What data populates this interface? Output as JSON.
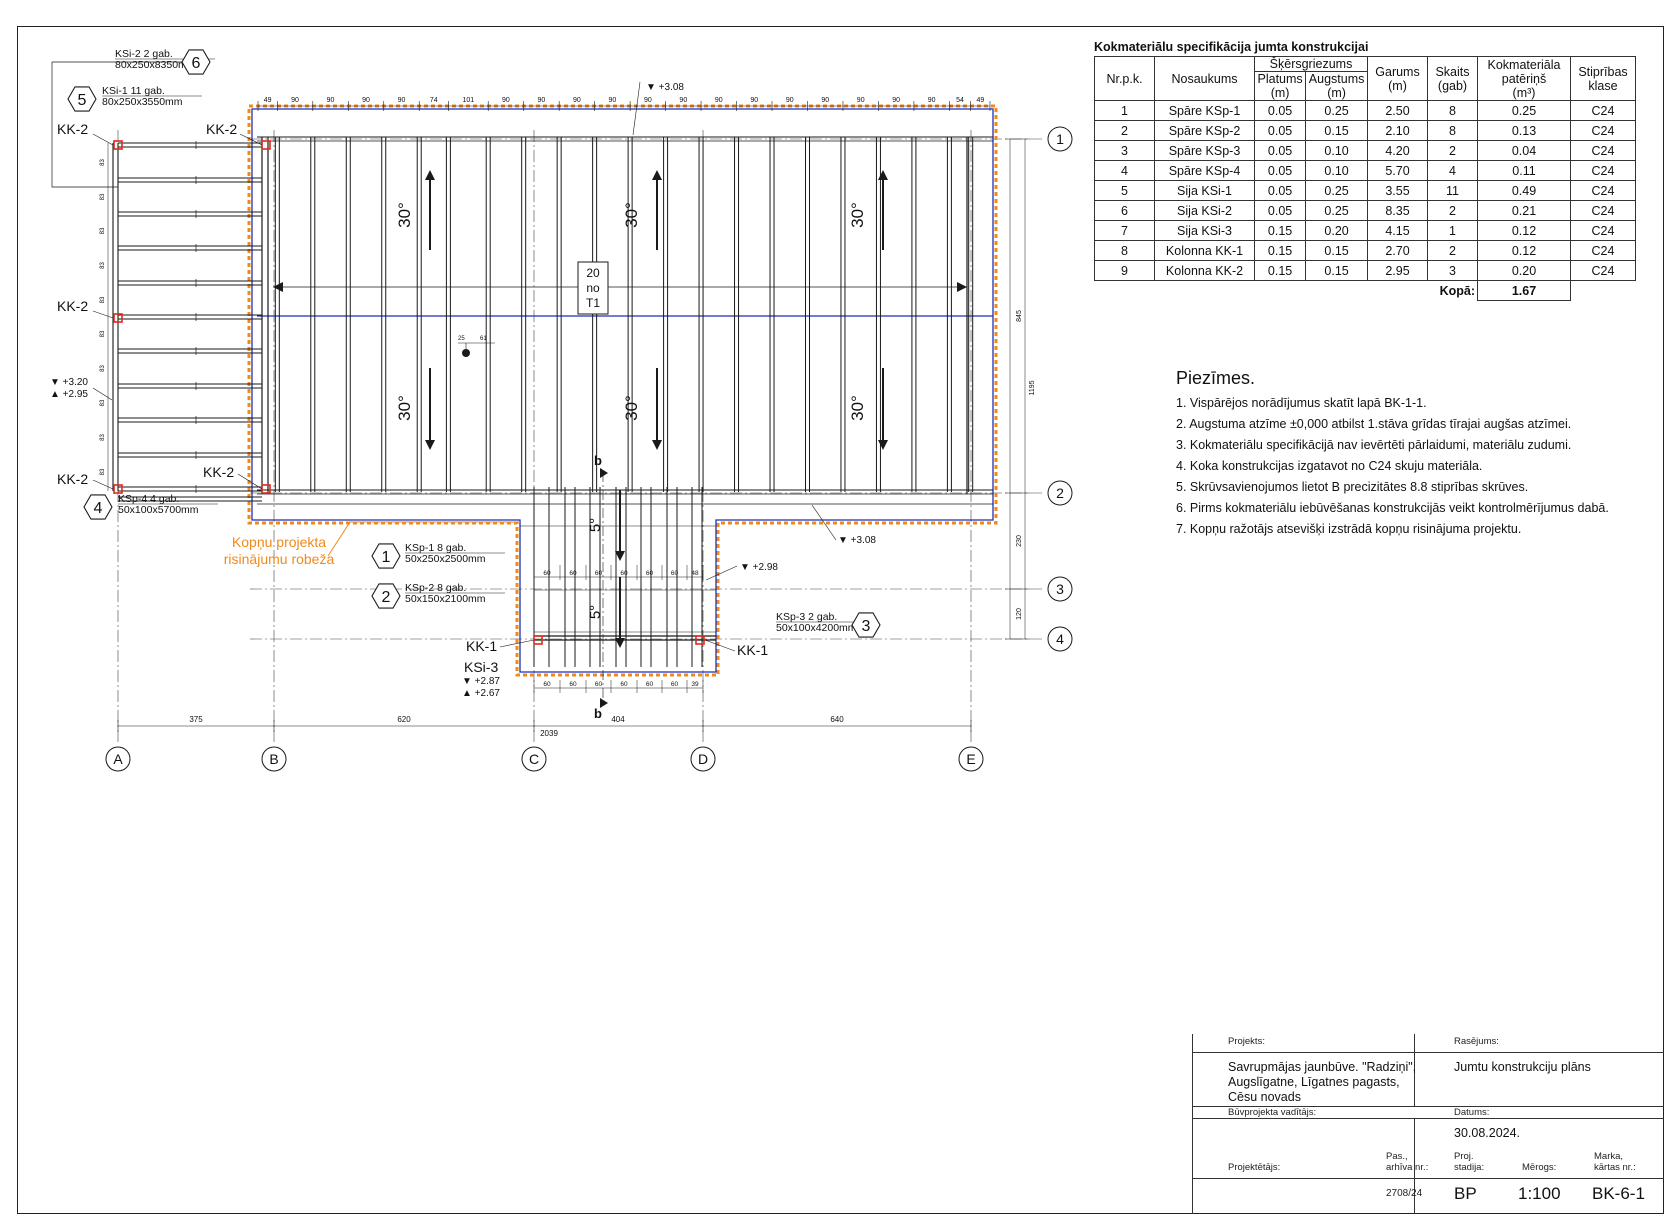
{
  "drawing": {
    "axes": {
      "letters": [
        "A",
        "B",
        "C",
        "D",
        "E"
      ],
      "numbers": [
        "4",
        "3",
        "2",
        "1"
      ]
    },
    "top_dims": [
      "49",
      "90",
      "90",
      "90",
      "90",
      "74",
      "101",
      "90",
      "90",
      "90",
      "90",
      "90",
      "90",
      "90",
      "90",
      "90",
      "90",
      "90",
      "90",
      "90",
      "54",
      "49"
    ],
    "bottom_dims": {
      "ab": "375",
      "bc": "620",
      "cd": "404",
      "de": "640",
      "c_small": "2039"
    },
    "small_dims_bottom": [
      "60",
      "60",
      "60",
      "60",
      "60",
      "60",
      "39"
    ],
    "small_dims_mid": [
      "60",
      "60",
      "60",
      "60",
      "60",
      "60",
      "48"
    ],
    "right_dims": {
      "total": "1195",
      "upper": "845",
      "mid": "230",
      "low": "120"
    },
    "left_dims": [
      "83",
      "83",
      "83",
      "83",
      "83",
      "83",
      "83",
      "83",
      "83",
      "83",
      "83"
    ],
    "pitch_label": "30°",
    "pitch_small": "5°",
    "t1_tag": [
      "20",
      "no",
      "T1"
    ],
    "section_mark": "b",
    "point_dims": [
      "25",
      "61"
    ],
    "elevations": {
      "top": "▼ +3.08",
      "bottom": "▼ +3.08",
      "mid": "▼ +2.98",
      "left_a": "▼ +3.20",
      "left_b": "▲ +2.95",
      "ksi3_a": "▼ +2.87",
      "ksi3_b": "▲ +2.67"
    },
    "kk2": "KK-2",
    "kk1": "KK-1",
    "ksi3": "KSi-3",
    "border_note": [
      "Kopņu projekta",
      "risinājumu robeža"
    ],
    "callouts": [
      {
        "num": "6",
        "line1": "KSi-2 2 gab.",
        "line2": "80x250x8350mm"
      },
      {
        "num": "5",
        "line1": "KSi-1 11 gab.",
        "line2": "80x250x3550mm"
      },
      {
        "num": "4",
        "line1": "KSp-4 4 gab.",
        "line2": "50x100x5700mm"
      },
      {
        "num": "1",
        "line1": "KSp-1 8 gab.",
        "line2": "50x250x2500mm"
      },
      {
        "num": "2",
        "line1": "KSp-2 8 gab.",
        "line2": "50x150x2100mm"
      },
      {
        "num": "3",
        "line1": "KSp-3 2 gab.",
        "line2": "50x100x4200mm"
      }
    ],
    "colors": {
      "line": "#1a1a1a",
      "blue": "#1f2fb5",
      "orange": "#f08a1c",
      "red": "#e0281e"
    }
  },
  "spec": {
    "title": "Kokmateriālu specifikācija jumta konstrukcijai",
    "headers": {
      "nr": "Nr.p.k.",
      "name": "Nosaukums",
      "cross": "Šķērsgriezums",
      "width": "Platums",
      "width_unit": "(m)",
      "height": "Augstums",
      "height_unit": "(m)",
      "length": "Garums",
      "length_unit": "(m)",
      "count": "Skaits",
      "count_unit": "(gab)",
      "volume": "Kokmateriāla",
      "volume2": "patēriņš",
      "volume_unit": "(m³)",
      "class": "Stiprības",
      "class2": "klase"
    },
    "rows": [
      [
        "1",
        "Spāre KSp-1",
        "0.05",
        "0.25",
        "2.50",
        "8",
        "0.25",
        "C24"
      ],
      [
        "2",
        "Spāre KSp-2",
        "0.05",
        "0.15",
        "2.10",
        "8",
        "0.13",
        "C24"
      ],
      [
        "3",
        "Spāre KSp-3",
        "0.05",
        "0.10",
        "4.20",
        "2",
        "0.04",
        "C24"
      ],
      [
        "4",
        "Spāre KSp-4",
        "0.05",
        "0.10",
        "5.70",
        "4",
        "0.11",
        "C24"
      ],
      [
        "5",
        "Sija KSi-1",
        "0.05",
        "0.25",
        "3.55",
        "11",
        "0.49",
        "C24"
      ],
      [
        "6",
        "Sija KSi-2",
        "0.05",
        "0.25",
        "8.35",
        "2",
        "0.21",
        "C24"
      ],
      [
        "7",
        "Sija KSi-3",
        "0.15",
        "0.20",
        "4.15",
        "1",
        "0.12",
        "C24"
      ],
      [
        "8",
        "Kolonna KK-1",
        "0.15",
        "0.15",
        "2.70",
        "2",
        "0.12",
        "C24"
      ],
      [
        "9",
        "Kolonna KK-2",
        "0.15",
        "0.15",
        "2.95",
        "3",
        "0.20",
        "C24"
      ]
    ],
    "total_label": "Kopā:",
    "total_value": "1.67"
  },
  "notes": {
    "heading": "Piezīmes.",
    "items": [
      "1. Vispārējos norādījumus skatīt lapā BK-1-1.",
      "2. Augstuma atzīme ±0,000 atbilst 1.stāva grīdas tīrajai augšas atzīmei.",
      "3. Kokmateriālu specifikācijā nav ievērtēti pārlaidumi, materiālu zudumi.",
      "4. Koka konstrukcijas izgatavot no C24 skuju materiāla.",
      "5. Skrūvsavienojumos lietot B precizitātes 8.8 stiprības skrūves.",
      "6. Pirms kokmateriālu iebūvēšanas konstrukcijās veikt kontrolmērījumus dabā.",
      "7. Kopņu ražotājs atsevišķi izstrādā kopņu risinājuma projektu."
    ]
  },
  "titleblock": {
    "projekts_label": "Projekts:",
    "projekts_lines": [
      "Savrupmājas jaunbūve. \"Radziņi\",",
      "Augslīgatne, Līgatnes pagasts,",
      "Cēsu novads"
    ],
    "rasejums_label": "Rasējums:",
    "rasejums": "Jumtu konstrukciju plāns",
    "vaditajs_label": "Būvprojekta vadītājs:",
    "datums_label": "Datums:",
    "datums": "30.08.2024.",
    "projektetajs_label": "Projektētājs:",
    "pas_label": [
      "Pas.,",
      "arhīva nr.:"
    ],
    "stadija_label": [
      "Proj.",
      "stadija:"
    ],
    "merogs_label": "Mērogs:",
    "marka_label": [
      "Marka,",
      "kārtas nr.:"
    ],
    "arhiva_nr": "2708/24",
    "stadija": "BP",
    "merogs": "1:100",
    "marka": "BK-6-1"
  }
}
